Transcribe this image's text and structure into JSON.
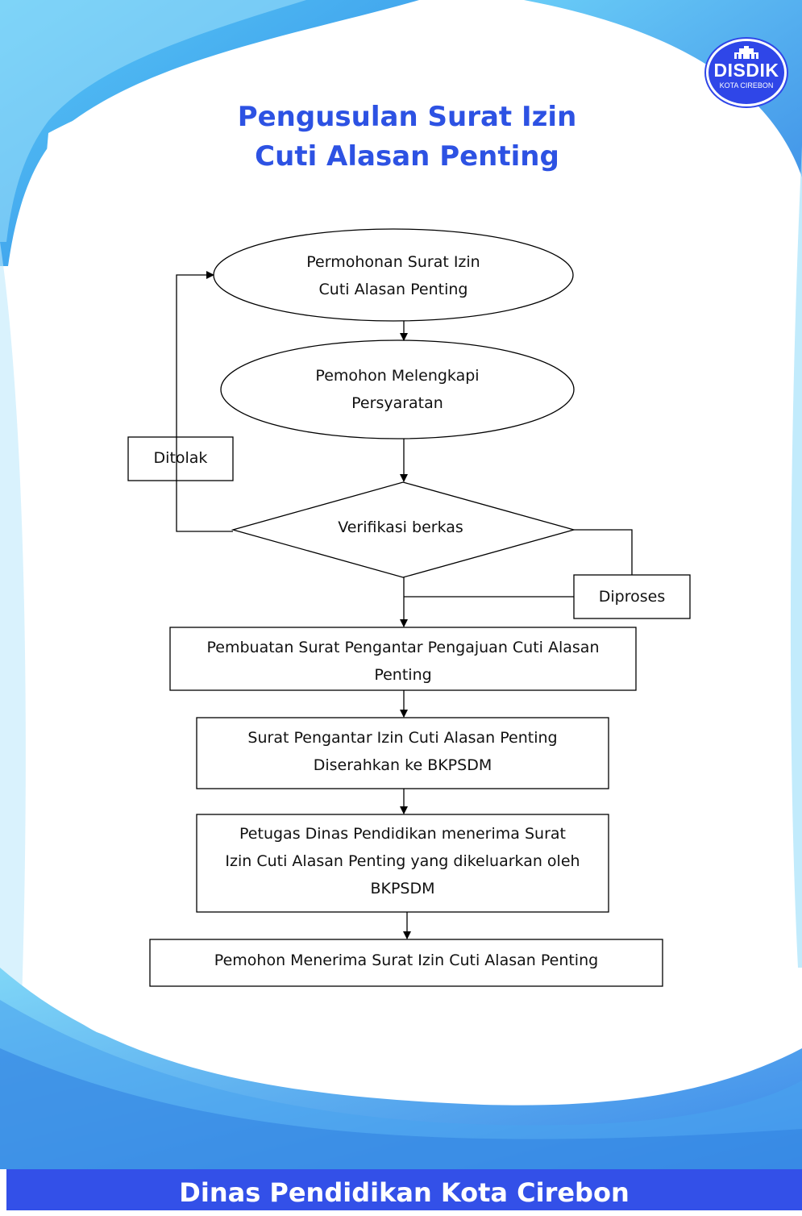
{
  "logo": {
    "line1": "DISDIK",
    "line2": "KOTA CIREBON"
  },
  "title": {
    "line1": "Pengusulan Surat Izin",
    "line2": "Cuti Alasan Penting"
  },
  "flow": {
    "start": {
      "line1": "Permohonan Surat Izin",
      "line2": "Cuti Alasan Penting"
    },
    "step2": {
      "line1": "Pemohon Melengkapi",
      "line2": "Persyaratan"
    },
    "decision": "Verifikasi berkas",
    "rejected": "Ditolak",
    "processed": "Diproses",
    "step3": {
      "line1": "Pembuatan Surat Pengantar Pengajuan Cuti Alasan",
      "line2": "Penting"
    },
    "step4": {
      "line1": "Surat Pengantar Izin Cuti Alasan Penting",
      "line2": "Diserahkan ke BKPSDM"
    },
    "step5": {
      "line1": "Petugas Dinas Pendidikan menerima Surat",
      "line2": "Izin Cuti Alasan Penting yang dikeluarkan oleh",
      "line3": "BKPSDM"
    },
    "step6": "Pemohon Menerima Surat Izin Cuti Alasan Penting"
  },
  "footer": "Dinas Pendidikan Kota Cirebon",
  "colors": {
    "accent": "#2d52e3",
    "footer": "#3350e8",
    "wave_light": "#7ad3f7",
    "wave_dark": "#3a86e8"
  }
}
